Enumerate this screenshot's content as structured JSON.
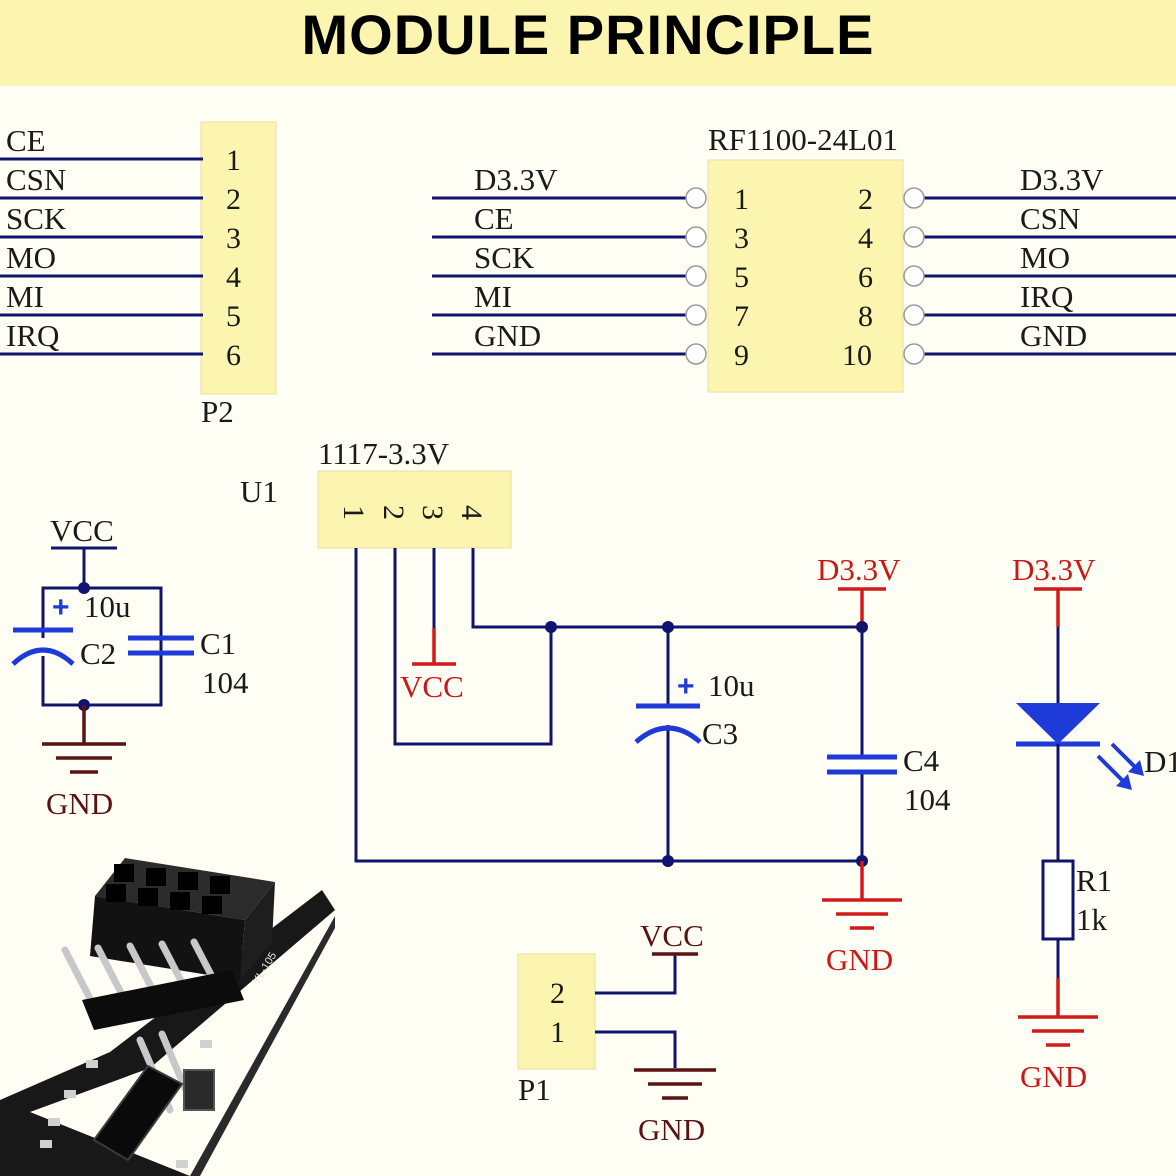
{
  "title": "MODULE PRINCIPLE",
  "p2": {
    "ref": "P2",
    "signals": [
      "CE",
      "CSN",
      "SCK",
      "MO",
      "MI",
      "IRQ"
    ],
    "pins": [
      "1",
      "2",
      "3",
      "4",
      "5",
      "6"
    ]
  },
  "rf": {
    "part": "RF1100-24L01",
    "left_signals": [
      "D3.3V",
      "CE",
      "SCK",
      "MI",
      "GND"
    ],
    "left_pins": [
      "1",
      "3",
      "5",
      "7",
      "9"
    ],
    "right_pins": [
      "2",
      "4",
      "6",
      "8",
      "10"
    ],
    "right_signals": [
      "D3.3V",
      "CSN",
      "MO",
      "IRQ",
      "GND"
    ]
  },
  "u1": {
    "part": "1117-3.3V",
    "ref": "U1",
    "pins": [
      "1",
      "2",
      "3",
      "4"
    ]
  },
  "input_caps": {
    "vcc": "VCC",
    "gnd": "GND",
    "c2_value": "10u",
    "c2_ref": "C2",
    "c1_ref": "C1",
    "c1_value": "104",
    "plus": "+"
  },
  "regulator": {
    "vcc": "VCC"
  },
  "c3": {
    "value": "10u",
    "ref": "C3",
    "plus": "+"
  },
  "c4": {
    "supply": "D3.3V",
    "ref": "C4",
    "value": "104",
    "gnd": "GND"
  },
  "led": {
    "supply": "D3.3V",
    "ref": "D1",
    "r_ref": "R1",
    "r_value": "1k",
    "gnd": "GND"
  },
  "p1": {
    "ref": "P1",
    "pins": [
      "2",
      "1"
    ],
    "vcc": "VCC",
    "gnd": "GND"
  },
  "photo": {
    "board_text": "YL-105"
  },
  "colors": {
    "wire": "#10146e",
    "power": "#d21a1a",
    "ground_dark": "#5a1212",
    "box_fill": "#fbf5b0",
    "title_bg": "#fbf5b0"
  }
}
